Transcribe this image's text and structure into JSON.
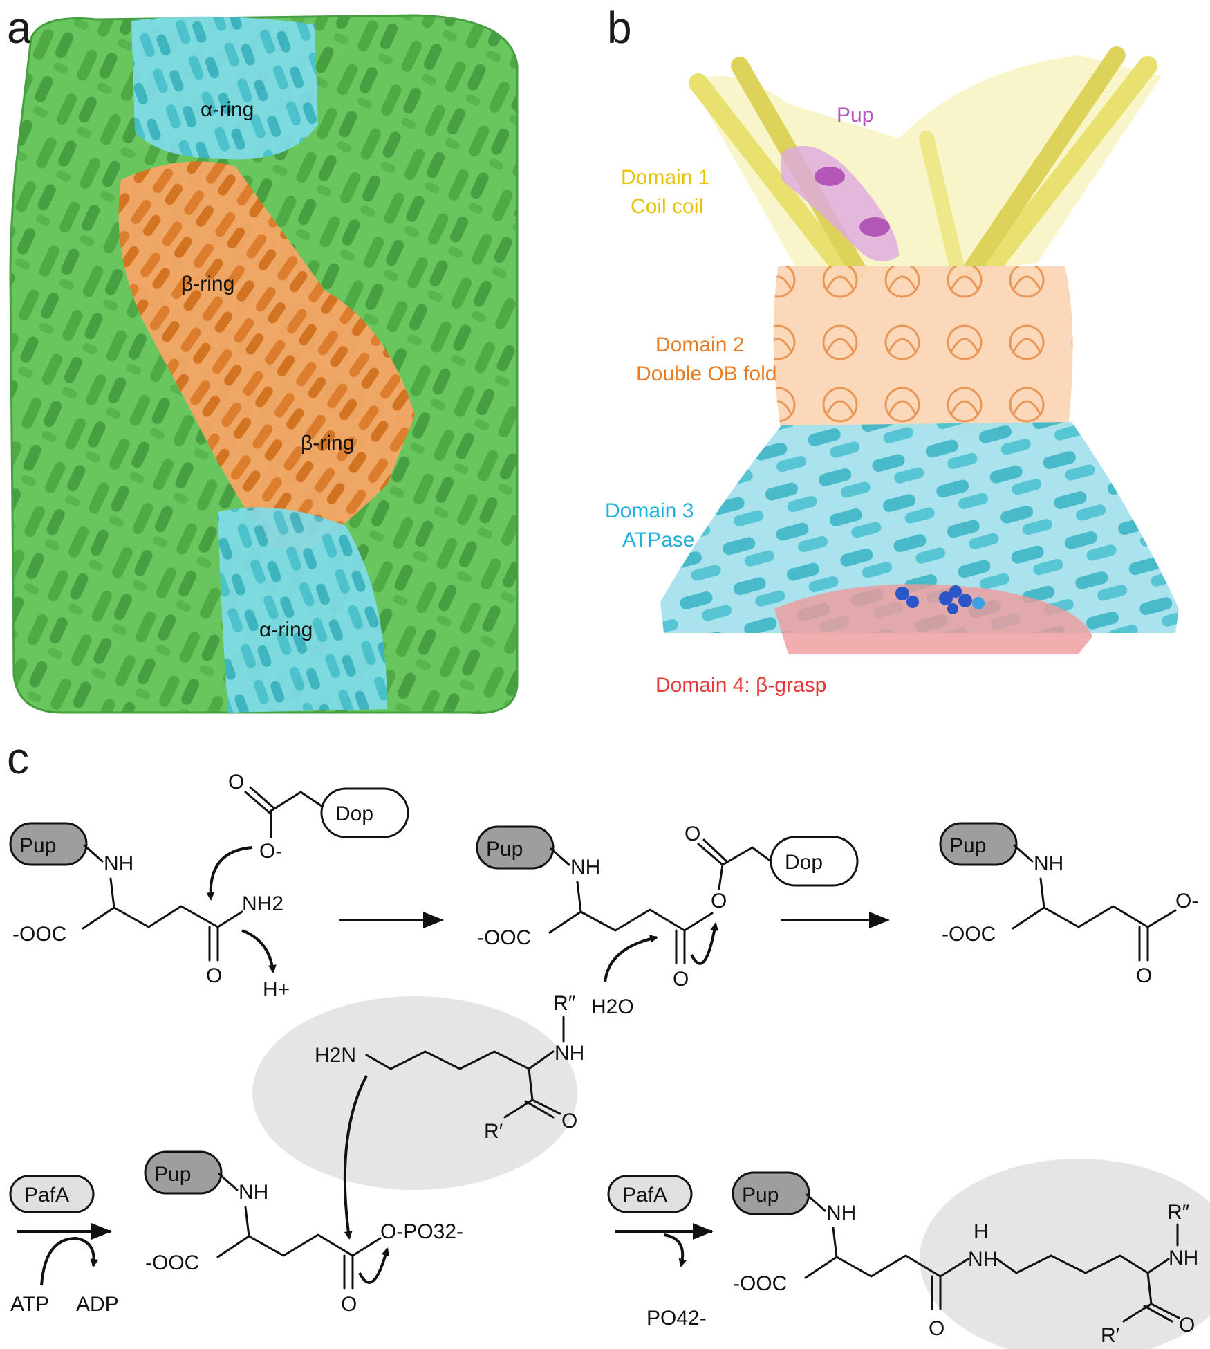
{
  "panels": {
    "a": {
      "letter": "a",
      "labels": [
        "α-ring",
        "β-ring",
        "β-ring",
        "α-ring"
      ],
      "colors": {
        "outer": "#56b84c",
        "alpha": "#5fd2e3",
        "beta": "#f28a3c"
      }
    },
    "b": {
      "letter": "b",
      "pup_label": "Pup",
      "domain1": [
        "Domain 1",
        "Coil coil"
      ],
      "domain2": [
        "Domain 2",
        "Double OB fold"
      ],
      "domain3": [
        "Domain 3",
        "ATPase"
      ],
      "domain4": "Domain 4:  β-grasp",
      "colors": {
        "domain1": "#e8d42a",
        "pup": "#b356b8",
        "domain2": "#f28a3c",
        "domain3": "#33bdd6",
        "domain4": "#e53935",
        "ligand": "#2b56c9"
      }
    },
    "c": {
      "letter": "c",
      "top": {
        "pup": "Pup",
        "dop": "Dop",
        "nh": "NH",
        "ooc": "-OOC",
        "o_minus": "O-",
        "o": "O",
        "nh2": "NH2",
        "h_plus": "H+",
        "h2o": "H2O"
      },
      "bottom": {
        "pafa": "PafA",
        "atp": "ATP",
        "adp": "ADP",
        "pup": "Pup",
        "nh": "NH",
        "h2n": "H2N",
        "r_double": "R″",
        "r_prime": "R′",
        "h": "H",
        "o": "O",
        "ooc": "-OOC",
        "opo3": "O-PO32-",
        "po4": "PO42-"
      }
    }
  }
}
